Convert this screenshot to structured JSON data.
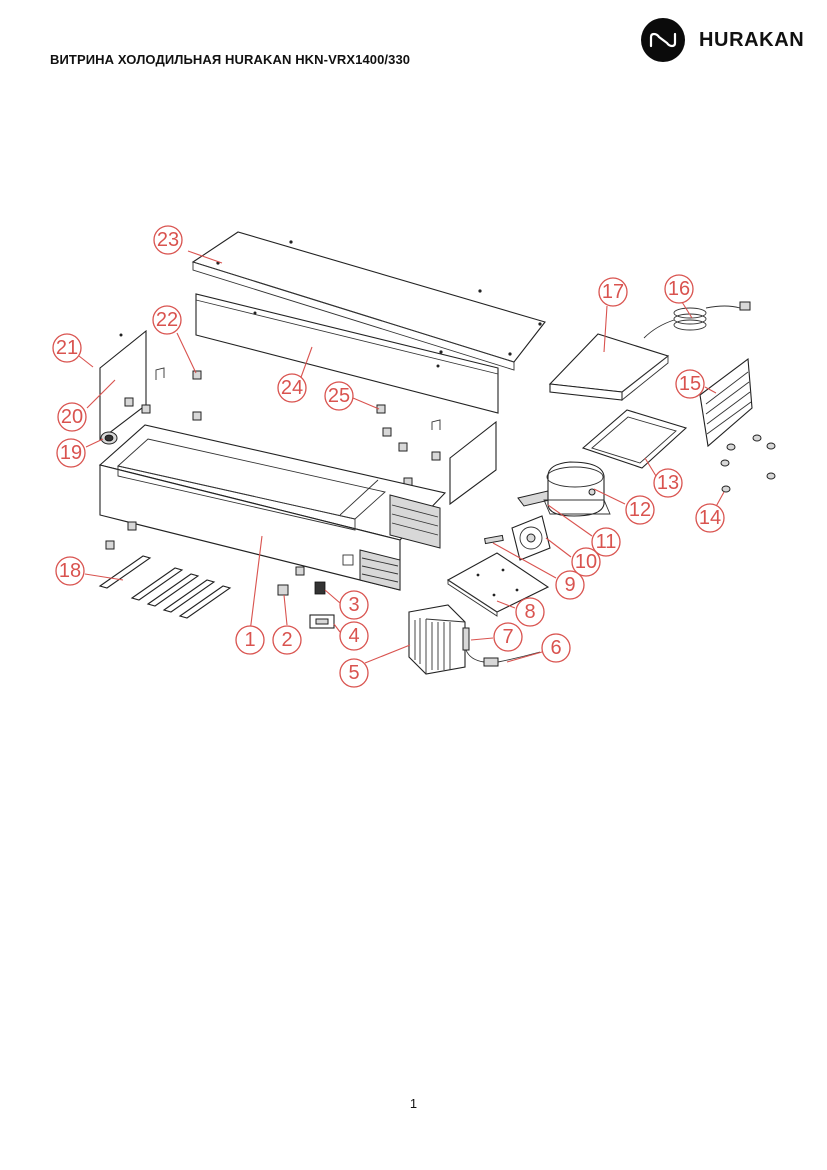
{
  "header": {
    "title": "ВИТРИНА ХОЛОДИЛЬНАЯ HURAKAN HKN-VRX1400/330",
    "brand": "HURAKAN"
  },
  "diagram": {
    "callouts": [
      "1",
      "2",
      "3",
      "4",
      "5",
      "6",
      "7",
      "8",
      "9",
      "10",
      "11",
      "12",
      "13",
      "14",
      "15",
      "16",
      "17",
      "18",
      "19",
      "20",
      "21",
      "22",
      "23",
      "24",
      "25"
    ],
    "accent_color": "#d9534f"
  },
  "footer": {
    "page_number": "1"
  }
}
